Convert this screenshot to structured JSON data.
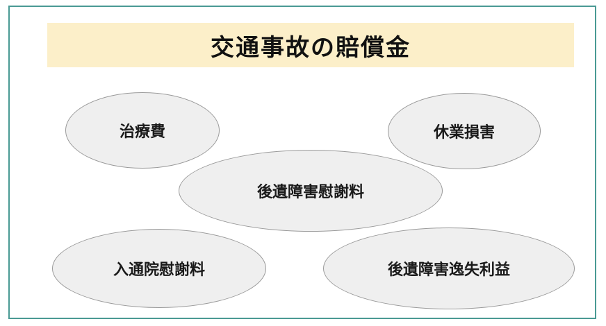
{
  "title": "交通事故の賠償金",
  "items": [
    "治療費",
    "休業損害",
    "後遺障害慰謝料",
    "入通院慰謝料",
    "後遺障害逸失利益"
  ],
  "colors": {
    "frame_border": "#4a9a94",
    "title_band": "#fcefc9",
    "bubble_fill": "#efefef",
    "bubble_border": "#9a9a9a"
  }
}
